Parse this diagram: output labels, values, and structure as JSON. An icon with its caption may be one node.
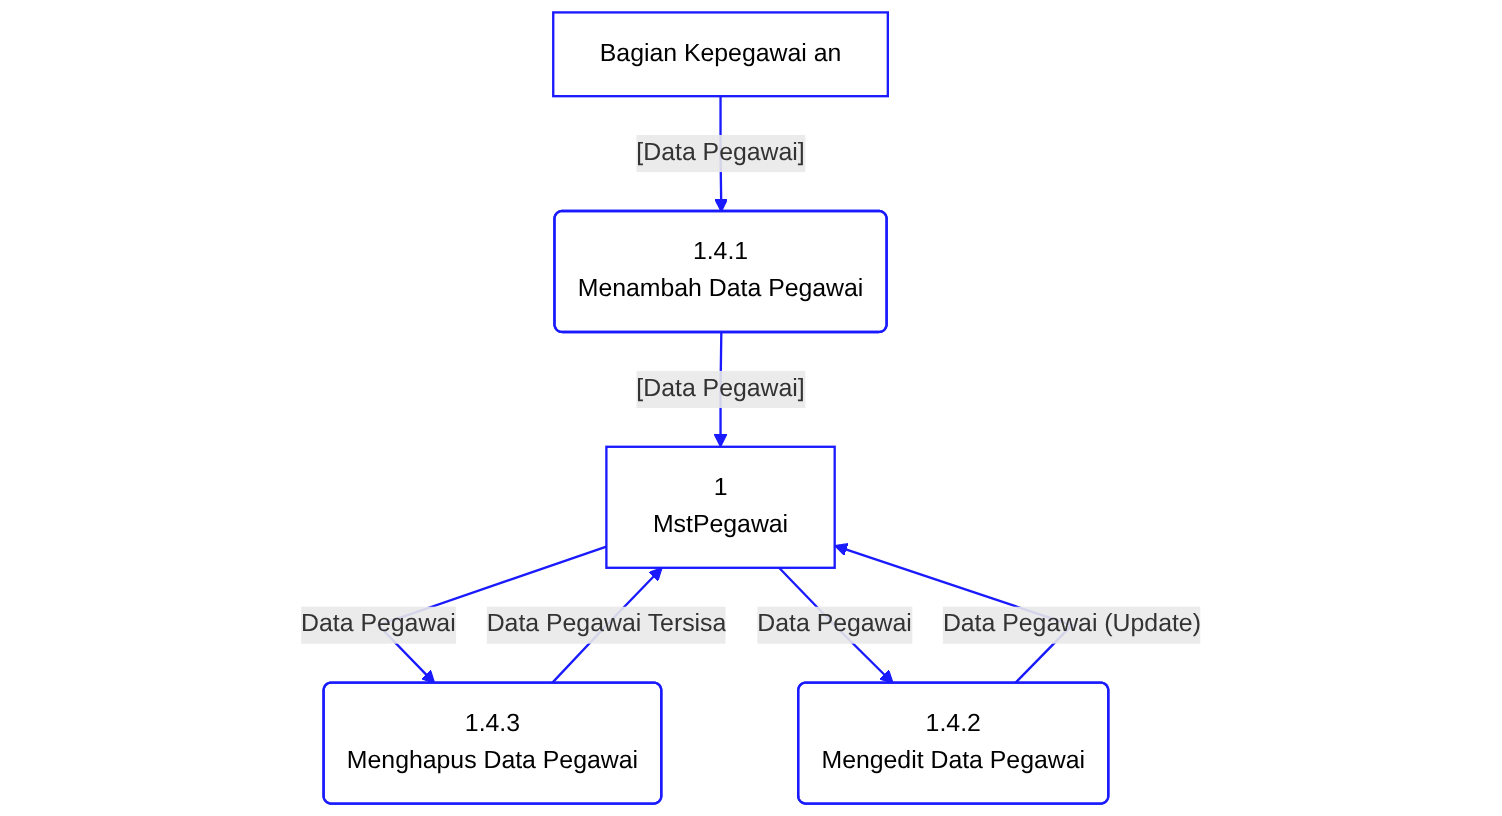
{
  "diagram": {
    "nodes": [
      {
        "text": [
          "1.4.1",
          "Menambah Data Pegawai"
        ]
      },
      {
        "text": [
          "Bagian Kepegawai an"
        ]
      },
      {
        "text": [
          "1",
          "MstPegawai"
        ]
      },
      {
        "text": [
          "1.4.3",
          "Menghapus Data Pegawai"
        ]
      },
      {
        "text": [
          "1.4.2",
          "Mengedit Data Pegawai"
        ]
      }
    ],
    "edges": [
      {
        "from": 1,
        "to": 0,
        "arrow": "to",
        "label": "[Data Pegawai]"
      },
      {
        "from": 0,
        "to": 2,
        "arrow": "to",
        "label": "[Data Pegawai]"
      },
      {
        "from": 2,
        "to": 3,
        "arrow": "to",
        "label": "Data Pegawai"
      },
      {
        "from": 3,
        "to": 2,
        "arrow": "to",
        "label": "Data Pegawai Tersisa"
      },
      {
        "from": 2,
        "to": 4,
        "arrow": "to",
        "label": "Data Pegawai"
      },
      {
        "from": 4,
        "to": 2,
        "arrow": "to",
        "label": "Data Pegawai (Update)"
      }
    ]
  }
}
